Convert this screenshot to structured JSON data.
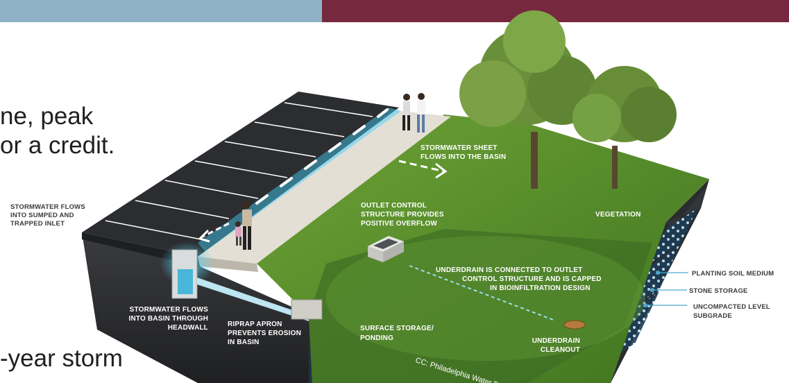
{
  "slide": {
    "line1": "ne, peak",
    "line2": "or a credit.",
    "line3": "-year storm"
  },
  "labels": {
    "inlet": [
      "STORMWATER FLOWS",
      "INTO SUMPED AND",
      "TRAPPED INLET"
    ],
    "sheet_flow": [
      "STORMWATER SHEET",
      "FLOWS INTO THE BASIN"
    ],
    "outlet": [
      "OUTLET CONTROL",
      "STRUCTURE PROVIDES",
      "POSITIVE OVERFLOW"
    ],
    "vegetation": "VEGETATION",
    "underdrain": [
      "UNDERDRAIN IS CONNECTED TO OUTLET",
      "CONTROL STRUCTURE AND IS CAPPED",
      "IN BIOINFILTRATION DESIGN"
    ],
    "headwall": [
      "STORMWATER FLOWS",
      "INTO BASIN THROUGH",
      "HEADWALL"
    ],
    "riprap": [
      "RIPRAP APRON",
      "PREVENTS EROSION",
      "IN BASIN"
    ],
    "surface": [
      "SURFACE STORAGE/",
      "PONDING"
    ],
    "cleanout": [
      "UNDERDRAIN",
      "CLEANOUT"
    ],
    "planting": "PLANTING SOIL MEDIUM",
    "stone": "STONE STORAGE",
    "subgrade": [
      "UNCOMPACTED LEVEL",
      "SUBGRADE"
    ],
    "credit": "CC: Philadelphia Water D"
  },
  "colors": {
    "bar_left": "#8fb2c6",
    "bar_right": "#76283f",
    "grass": "#5b8f2c",
    "asphalt": "#2b2d30",
    "water": "#3fb6d8"
  }
}
